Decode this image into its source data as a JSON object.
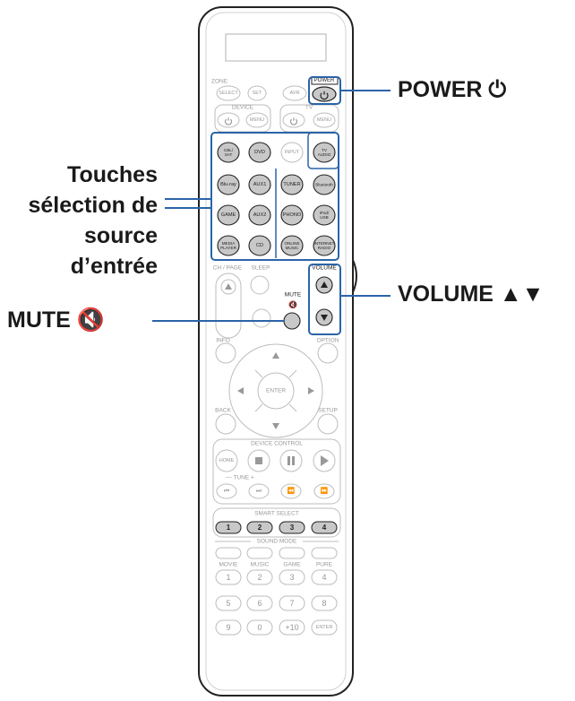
{
  "callouts": {
    "power": "POWER ⏻",
    "source_lines": [
      "Touches",
      "sélection de",
      "source",
      "d’entrée"
    ],
    "volume": "VOLUME ▲▼",
    "mute": "MUTE 🔇"
  },
  "colors": {
    "callout": "#2a64a8",
    "outline": "#222222",
    "button_fill": "#c8c8c8",
    "light": "#bdbdbd",
    "faint_text": "#999999"
  },
  "remote": {
    "zone_label": "ZONE",
    "select_btn": "SELECT",
    "set_btn": "SET",
    "avr_btn": "AVR",
    "power_label": "POWER",
    "device_label": "DEVICE",
    "tv_label": "TV",
    "menu_btn": "MENU",
    "input_btn": "INPUT",
    "source_buttons": [
      [
        "CBL/\nSAT",
        "DVD",
        "TV\nAUDIO"
      ],
      [
        "Blu-ray",
        "AUX1",
        "TUNER",
        "Bluetooth"
      ],
      [
        "GAME",
        "AUX2",
        "PHONO",
        "iPod/\nUSB"
      ],
      [
        "MEDIA\nPLAYER",
        "CD",
        "ONLINE\nMUSIC",
        "INTERNET\nRADIO"
      ]
    ],
    "ch_page_label": "CH / PAGE",
    "sleep_label": "SLEEP",
    "volume_label": "VOLUME",
    "mute_label": "MUTE",
    "info_label": "INFO",
    "option_label": "OPTION",
    "enter_btn": "ENTER",
    "back_label": "BACK",
    "setup_label": "SETUP",
    "device_control_label": "DEVICE CONTROL",
    "home_btn": "HOME",
    "tune_label": "—  TUNE  +",
    "smart_select_label": "SMART SELECT",
    "smart_buttons": [
      "1",
      "2",
      "3",
      "4"
    ],
    "sound_mode_label": "SOUND MODE",
    "mode_labels": [
      "MOVIE",
      "MUSIC",
      "GAME",
      "PURE"
    ],
    "num_row1": [
      "1",
      "2",
      "3",
      "4"
    ],
    "num_row2": [
      "5",
      "6",
      "7",
      "8"
    ],
    "num_row3": [
      "9",
      "0",
      "+10",
      "ENTER"
    ]
  }
}
